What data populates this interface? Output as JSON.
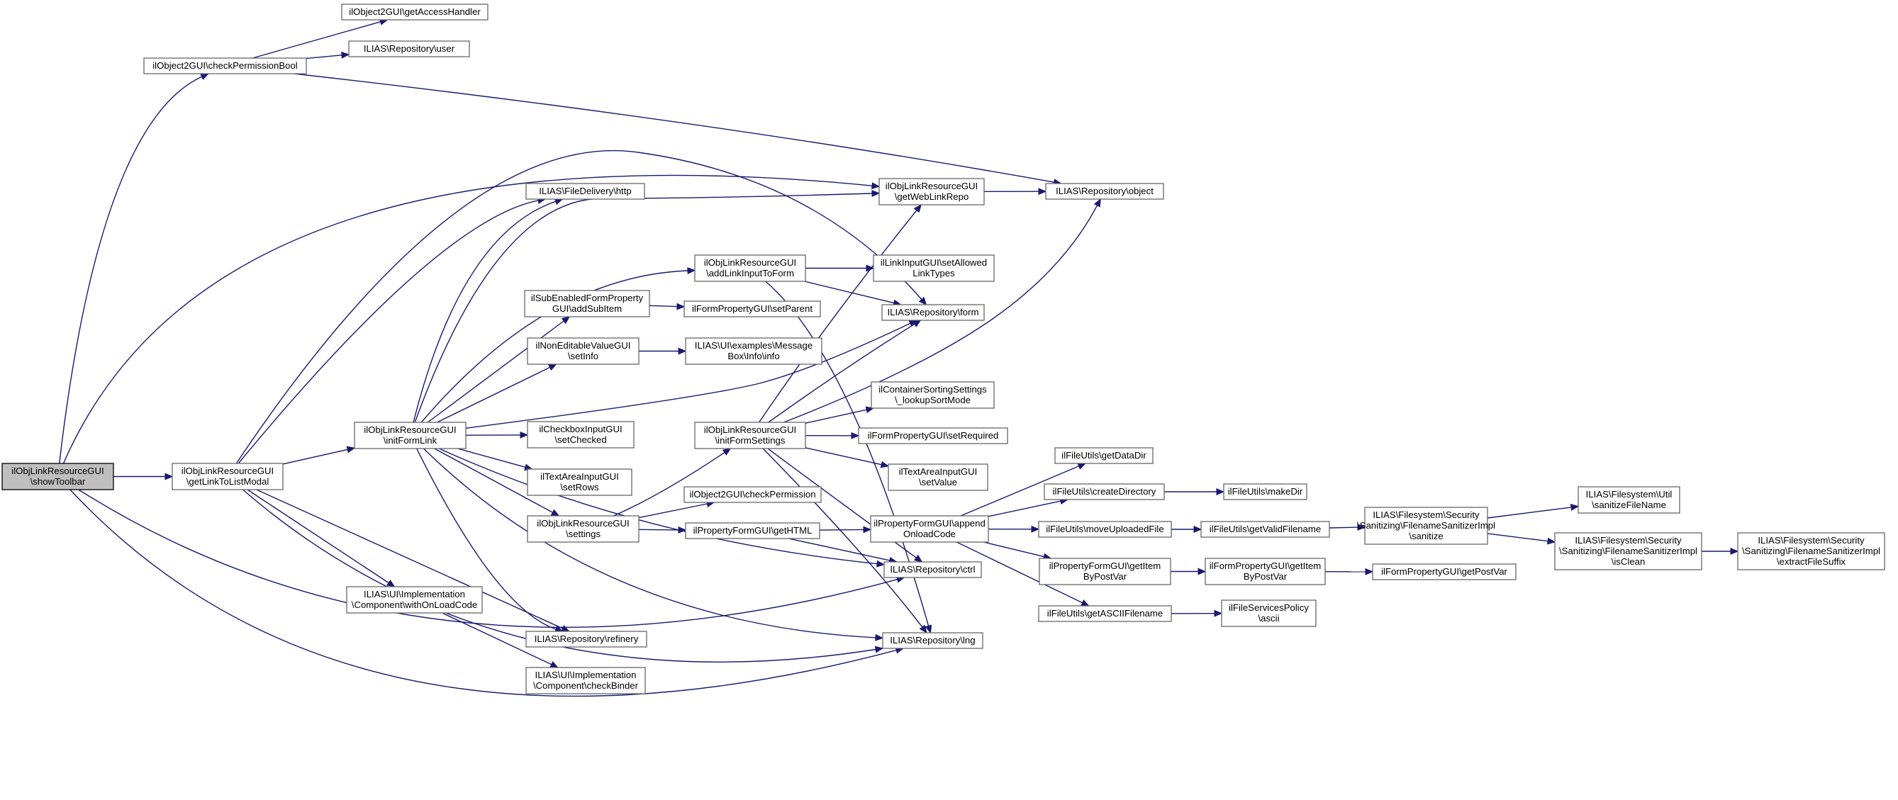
{
  "graph": {
    "root": "showToolbar",
    "colors": {
      "edge": "#191970",
      "node_border": "#666666",
      "root_fill": "#bfbfbf",
      "node_fill": "#ffffff"
    },
    "nodes": [
      {
        "id": "showToolbar",
        "lines": [
          "ilObjLinkResourceGUI",
          "\\showToolbar"
        ]
      },
      {
        "id": "checkPermissionBool",
        "lines": [
          "ilObject2GUI\\checkPermissionBool"
        ]
      },
      {
        "id": "getAccessHandler",
        "lines": [
          "ilObject2GUI\\getAccessHandler"
        ]
      },
      {
        "id": "user",
        "lines": [
          "ILIAS\\Repository\\user"
        ]
      },
      {
        "id": "getLinkToListModal",
        "lines": [
          "ilObjLinkResourceGUI",
          "\\getLinkToListModal"
        ]
      },
      {
        "id": "initFormLink",
        "lines": [
          "ilObjLinkResourceGUI",
          "\\initFormLink"
        ]
      },
      {
        "id": "withOnLoadCode",
        "lines": [
          "ILIAS\\UI\\Implementation",
          "\\Component\\withOnLoadCode"
        ]
      },
      {
        "id": "http",
        "lines": [
          "ILIAS\\FileDelivery\\http"
        ]
      },
      {
        "id": "addSubItem",
        "lines": [
          "ilSubEnabledFormProperty",
          "GUI\\addSubItem"
        ]
      },
      {
        "id": "setInfo",
        "lines": [
          "ilNonEditableValueGUI",
          "\\setInfo"
        ]
      },
      {
        "id": "setChecked",
        "lines": [
          "ilCheckboxInputGUI",
          "\\setChecked"
        ]
      },
      {
        "id": "setRows",
        "lines": [
          "ilTextAreaInputGUI",
          "\\setRows"
        ]
      },
      {
        "id": "settings",
        "lines": [
          "ilObjLinkResourceGUI",
          "\\settings"
        ]
      },
      {
        "id": "refinery",
        "lines": [
          "ILIAS\\Repository\\refinery"
        ]
      },
      {
        "id": "checkBinder",
        "lines": [
          "ILIAS\\UI\\Implementation",
          "\\Component\\checkBinder"
        ]
      },
      {
        "id": "addLinkInputToForm",
        "lines": [
          "ilObjLinkResourceGUI",
          "\\addLinkInputToForm"
        ]
      },
      {
        "id": "setParent",
        "lines": [
          "ilFormPropertyGUI\\setParent"
        ]
      },
      {
        "id": "info",
        "lines": [
          "ILIAS\\UI\\examples\\Message",
          "Box\\Info\\info"
        ]
      },
      {
        "id": "initFormSettings",
        "lines": [
          "ilObjLinkResourceGUI",
          "\\initFormSettings"
        ]
      },
      {
        "id": "checkPermission",
        "lines": [
          "ilObject2GUI\\checkPermission"
        ]
      },
      {
        "id": "getHTML",
        "lines": [
          "ilPropertyFormGUI\\getHTML"
        ]
      },
      {
        "id": "getWebLinkRepo",
        "lines": [
          "ilObjLinkResourceGUI",
          "\\getWebLinkRepo"
        ]
      },
      {
        "id": "setAllowedLinkTypes",
        "lines": [
          "ilLinkInputGUI\\setAllowed",
          "LinkTypes"
        ]
      },
      {
        "id": "form",
        "lines": [
          "ILIAS\\Repository\\form"
        ]
      },
      {
        "id": "lookupSortMode",
        "lines": [
          "ilContainerSortingSettings",
          "\\_lookupSortMode"
        ]
      },
      {
        "id": "setRequired",
        "lines": [
          "ilFormPropertyGUI\\setRequired"
        ]
      },
      {
        "id": "setValue",
        "lines": [
          "ilTextAreaInputGUI",
          "\\setValue"
        ]
      },
      {
        "id": "appendOnloadCode",
        "lines": [
          "ilPropertyFormGUI\\append",
          "OnloadCode"
        ]
      },
      {
        "id": "ctrl",
        "lines": [
          "ILIAS\\Repository\\ctrl"
        ]
      },
      {
        "id": "lng",
        "lines": [
          "ILIAS\\Repository\\lng"
        ]
      },
      {
        "id": "object",
        "lines": [
          "ILIAS\\Repository\\object"
        ]
      },
      {
        "id": "getDataDir",
        "lines": [
          "ilFileUtils\\getDataDir"
        ]
      },
      {
        "id": "createDirectory",
        "lines": [
          "ilFileUtils\\createDirectory"
        ]
      },
      {
        "id": "moveUploadedFile",
        "lines": [
          "ilFileUtils\\moveUploadedFile"
        ]
      },
      {
        "id": "getItemByPostVar",
        "lines": [
          "ilPropertyFormGUI\\getItem",
          "ByPostVar"
        ]
      },
      {
        "id": "getASCIIFilename",
        "lines": [
          "ilFileUtils\\getASCIIFilename"
        ]
      },
      {
        "id": "makeDir",
        "lines": [
          "ilFileUtils\\makeDir"
        ]
      },
      {
        "id": "getValidFilename",
        "lines": [
          "ilFileUtils\\getValidFilename"
        ]
      },
      {
        "id": "formPropGetItemByPostVar",
        "lines": [
          "ilFormPropertyGUI\\getItem",
          "ByPostVar"
        ]
      },
      {
        "id": "ascii",
        "lines": [
          "ilFileServicesPolicy",
          "\\ascii"
        ]
      },
      {
        "id": "sanitize",
        "lines": [
          "ILIAS\\Filesystem\\Security",
          "\\Sanitizing\\FilenameSanitizerImpl",
          "\\sanitize"
        ]
      },
      {
        "id": "getPostVar",
        "lines": [
          "ilFormPropertyGUI\\getPostVar"
        ]
      },
      {
        "id": "sanitizeFileName",
        "lines": [
          "ILIAS\\Filesystem\\Util",
          "\\sanitizeFileName"
        ]
      },
      {
        "id": "isClean",
        "lines": [
          "ILIAS\\Filesystem\\Security",
          "\\Sanitizing\\FilenameSanitizerImpl",
          "\\isClean"
        ]
      },
      {
        "id": "extractFileSuffix",
        "lines": [
          "ILIAS\\Filesystem\\Security",
          "\\Sanitizing\\FilenameSanitizerImpl",
          "\\extractFileSuffix"
        ]
      }
    ],
    "edges": [
      [
        "showToolbar",
        "checkPermissionBool"
      ],
      [
        "showToolbar",
        "getWebLinkRepo"
      ],
      [
        "showToolbar",
        "getLinkToListModal"
      ],
      [
        "showToolbar",
        "ctrl"
      ],
      [
        "showToolbar",
        "lng"
      ],
      [
        "checkPermissionBool",
        "getAccessHandler"
      ],
      [
        "checkPermissionBool",
        "user"
      ],
      [
        "checkPermissionBool",
        "object"
      ],
      [
        "getLinkToListModal",
        "http"
      ],
      [
        "getLinkToListModal",
        "form"
      ],
      [
        "getLinkToListModal",
        "initFormLink"
      ],
      [
        "getLinkToListModal",
        "withOnLoadCode"
      ],
      [
        "getLinkToListModal",
        "refinery"
      ],
      [
        "getLinkToListModal",
        "lng"
      ],
      [
        "initFormLink",
        "http"
      ],
      [
        "initFormLink",
        "getWebLinkRepo"
      ],
      [
        "initFormLink",
        "addLinkInputToForm"
      ],
      [
        "initFormLink",
        "addSubItem"
      ],
      [
        "initFormLink",
        "setInfo"
      ],
      [
        "initFormLink",
        "form"
      ],
      [
        "initFormLink",
        "setChecked"
      ],
      [
        "initFormLink",
        "setRows"
      ],
      [
        "initFormLink",
        "settings"
      ],
      [
        "initFormLink",
        "refinery"
      ],
      [
        "initFormLink",
        "ctrl"
      ],
      [
        "initFormLink",
        "lng"
      ],
      [
        "withOnLoadCode",
        "checkBinder"
      ],
      [
        "addSubItem",
        "setParent"
      ],
      [
        "setInfo",
        "info"
      ],
      [
        "settings",
        "initFormSettings"
      ],
      [
        "settings",
        "checkPermission"
      ],
      [
        "settings",
        "getHTML"
      ],
      [
        "addLinkInputToForm",
        "setAllowedLinkTypes"
      ],
      [
        "addLinkInputToForm",
        "form"
      ],
      [
        "addLinkInputToForm",
        "lng"
      ],
      [
        "initFormSettings",
        "getWebLinkRepo"
      ],
      [
        "initFormSettings",
        "form"
      ],
      [
        "initFormSettings",
        "object"
      ],
      [
        "initFormSettings",
        "lookupSortMode"
      ],
      [
        "initFormSettings",
        "setRequired"
      ],
      [
        "initFormSettings",
        "setValue"
      ],
      [
        "initFormSettings",
        "ctrl"
      ],
      [
        "initFormSettings",
        "lng"
      ],
      [
        "getHTML",
        "appendOnloadCode"
      ],
      [
        "getHTML",
        "ctrl"
      ],
      [
        "getWebLinkRepo",
        "object"
      ],
      [
        "appendOnloadCode",
        "getDataDir"
      ],
      [
        "appendOnloadCode",
        "createDirectory"
      ],
      [
        "appendOnloadCode",
        "moveUploadedFile"
      ],
      [
        "appendOnloadCode",
        "getItemByPostVar"
      ],
      [
        "appendOnloadCode",
        "getASCIIFilename"
      ],
      [
        "createDirectory",
        "makeDir"
      ],
      [
        "moveUploadedFile",
        "getValidFilename"
      ],
      [
        "getValidFilename",
        "sanitize"
      ],
      [
        "getItemByPostVar",
        "formPropGetItemByPostVar"
      ],
      [
        "formPropGetItemByPostVar",
        "getPostVar"
      ],
      [
        "getASCIIFilename",
        "ascii"
      ],
      [
        "sanitize",
        "sanitizeFileName"
      ],
      [
        "sanitize",
        "isClean"
      ],
      [
        "isClean",
        "extractFileSuffix"
      ]
    ]
  }
}
